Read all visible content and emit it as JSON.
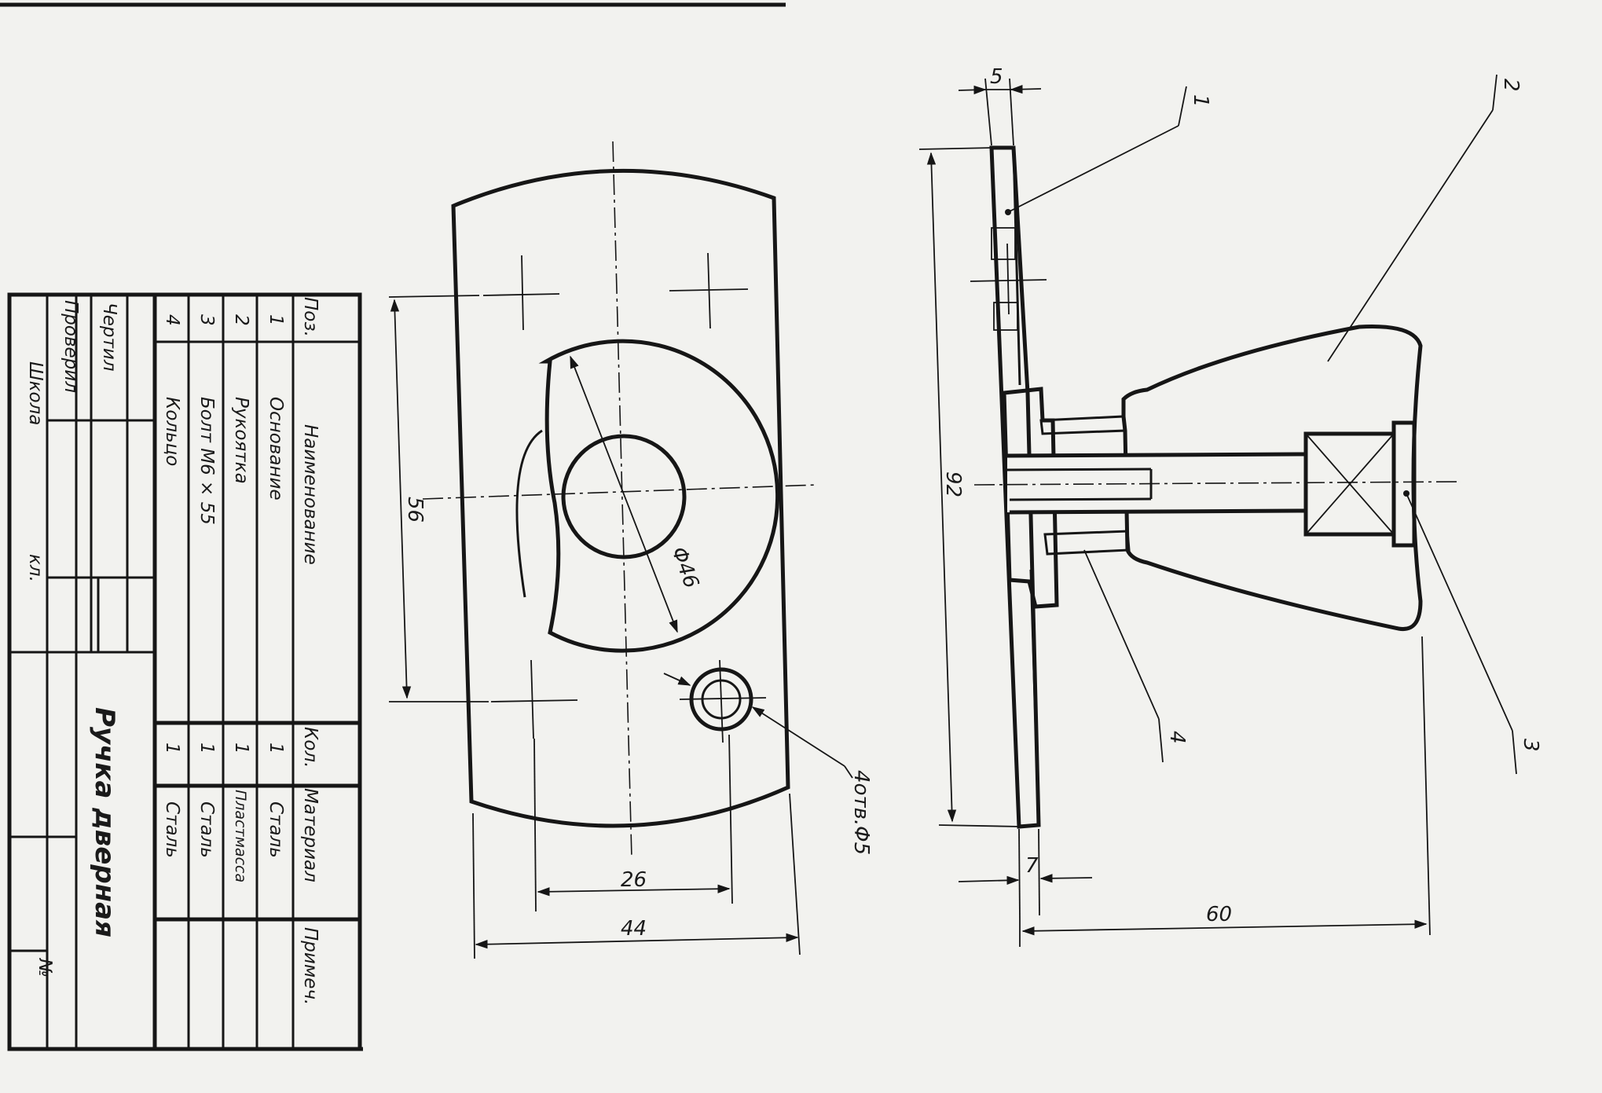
{
  "title_block": {
    "headers": {
      "pos": "Поз.",
      "name": "Наименование",
      "qty": "Кол.",
      "material": "Материал",
      "note": "Примеч."
    },
    "rows": [
      {
        "pos": "1",
        "name": "Основание",
        "qty": "1",
        "material": "Сталь"
      },
      {
        "pos": "2",
        "name": "Рукоятка",
        "qty": "1",
        "material": "Пластмасса"
      },
      {
        "pos": "3",
        "name": "Болт  М6 × 55",
        "qty": "1",
        "material": "Сталь"
      },
      {
        "pos": "4",
        "name": "Кольцо",
        "qty": "1",
        "material": "Сталь"
      }
    ],
    "drew_label": "Чертил",
    "checked_label": "Проверил",
    "school_label": "Школа",
    "class_label": "кл.",
    "number_label": "№",
    "drawing_title": "Ручка дверная"
  },
  "dimensions": {
    "height_56": "56",
    "diameter_46": "Φ46",
    "holes_spacing_26": "26",
    "width_44": "44",
    "holes": "4отв.Φ5",
    "thickness_5": "5",
    "length_92": "92",
    "flange_7": "7",
    "depth_60": "60"
  },
  "leaders": {
    "p1": "1",
    "p2": "2",
    "p3": "3",
    "p4": "4"
  }
}
